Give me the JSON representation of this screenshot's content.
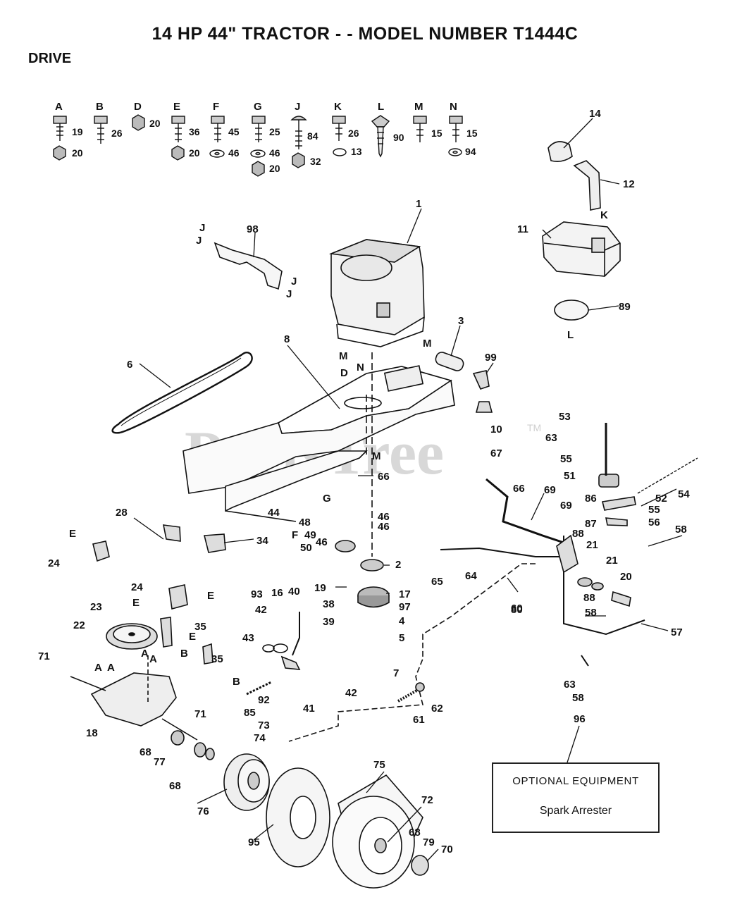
{
  "header": {
    "title": "14 HP 44\" TRACTOR - - MODEL NUMBER T1444C",
    "section": "DRIVE"
  },
  "watermark": {
    "text": "PartsTree",
    "tm": "TM"
  },
  "hardware": [
    {
      "letter": "A",
      "parts": [
        "19",
        "20"
      ]
    },
    {
      "letter": "B",
      "parts": [
        "26"
      ]
    },
    {
      "letter": "D",
      "parts": [
        "20"
      ]
    },
    {
      "letter": "E",
      "parts": [
        "36",
        "20"
      ]
    },
    {
      "letter": "F",
      "parts": [
        "45",
        "46"
      ]
    },
    {
      "letter": "G",
      "parts": [
        "25",
        "46",
        "20"
      ]
    },
    {
      "letter": "J",
      "parts": [
        "84",
        "32"
      ]
    },
    {
      "letter": "K",
      "parts": [
        "26",
        "13"
      ]
    },
    {
      "letter": "L",
      "parts": [
        "90"
      ]
    },
    {
      "letter": "M",
      "parts": [
        "15"
      ]
    },
    {
      "letter": "N",
      "parts": [
        "15",
        "94"
      ]
    }
  ],
  "callouts": {
    "c1": "1",
    "c2": "2",
    "c3": "3",
    "c4": "4",
    "c5": "5",
    "c6": "6",
    "c7": "7",
    "c8": "8",
    "c10": "10",
    "c11": "11",
    "c12": "12",
    "c14": "14",
    "c16": "16",
    "c17": "17",
    "c18": "18",
    "c19": "19",
    "c20": "20",
    "c21a": "21",
    "c21b": "21",
    "c22": "22",
    "c23": "23",
    "c24a": "24",
    "c24b": "24",
    "c28": "28",
    "c34": "34",
    "c35a": "35",
    "c35b": "35",
    "c38": "38",
    "c39": "39",
    "c40": "40",
    "c41": "41",
    "c42a": "42",
    "c42b": "42",
    "c43": "43",
    "c44": "44",
    "c46a": "46",
    "c46b": "46",
    "c46c": "46",
    "c48": "48",
    "c49": "49",
    "c50": "50",
    "c51": "51",
    "c52": "52",
    "c53": "53",
    "c54": "54",
    "c55a": "55",
    "c55b": "55",
    "c56": "56",
    "c57": "57",
    "c58a": "58",
    "c58b": "58",
    "c58c": "58",
    "c60": "60",
    "c61": "61",
    "c62": "62",
    "c63a": "63",
    "c63b": "63",
    "c64": "64",
    "c65": "65",
    "c66a": "66",
    "c66b": "66",
    "c67": "67",
    "c68a": "68",
    "c68b": "68",
    "c68c": "68",
    "c69a": "69",
    "c69b": "69",
    "c70": "70",
    "c71a": "71",
    "c71b": "71",
    "c72": "72",
    "c73": "73",
    "c74": "74",
    "c75": "75",
    "c76": "76",
    "c77": "77",
    "c79": "79",
    "c80": "80",
    "c85": "85",
    "c86": "86",
    "c87": "87",
    "c88a": "88",
    "c88b": "88",
    "c89": "89",
    "c92": "92",
    "c93": "93",
    "c95": "95",
    "c96": "96",
    "c97": "97",
    "c98": "98",
    "c99": "99"
  },
  "letters": {
    "J1": "J",
    "J2": "J",
    "J3": "J",
    "J4": "J",
    "K": "K",
    "L": "L",
    "M1": "M",
    "M2": "M",
    "M3": "M",
    "N": "N",
    "D": "D",
    "G": "G",
    "F": "F",
    "E1": "E",
    "E2": "E",
    "E3": "E",
    "E4": "E",
    "B1": "B",
    "B2": "B",
    "A1": "A",
    "A2": "A",
    "A3": "A",
    "A4": "A"
  },
  "optional_equipment": {
    "heading": "OPTIONAL EQUIPMENT",
    "item": "Spark Arrester"
  }
}
